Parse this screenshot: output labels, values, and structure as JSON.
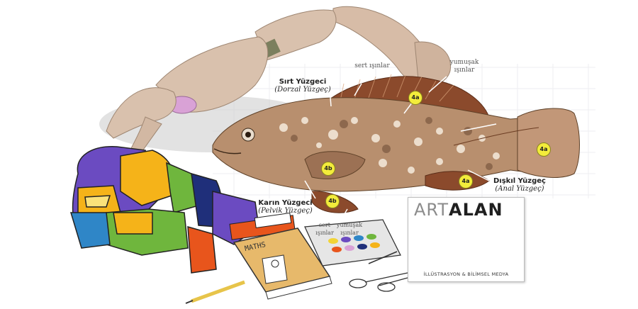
{
  "labels": {
    "dorsal_title": "Sırt Yüzgeci",
    "dorsal_latin": "(Dorzal Yüzgeç)",
    "dorsal_hard": "sert ışınlar",
    "dorsal_soft_1": "yumuşak",
    "dorsal_soft_2": "ışınlar",
    "anal_title": "Dışkıl Yüzgeç",
    "anal_latin": "(Anal Yüzgeç)",
    "pelvic_title": "Karın Yüzgeci",
    "pelvic_latin": "(Pelvik Yüzgeç)",
    "pelvic_hard_1": "sert",
    "pelvic_hard_2": "ışınlar",
    "pelvic_soft_1": "yumuşak",
    "pelvic_soft_2": "ışınlar"
  },
  "tags": {
    "dorsal": "4a",
    "tail": "4a",
    "anal": "4a",
    "pectoral": "4b",
    "pelvic": "4b"
  },
  "book": {
    "cover_text": "MATHS"
  },
  "logo": {
    "part1": "ART",
    "part2": "ALAN",
    "tagline": "İLLÜSTRASYON & BİLİMSEL MEDYA"
  },
  "colors": {
    "fish_body": "#b88f6e",
    "fin": "#8b4a2c",
    "tag_yellow": "#f3ec3b",
    "bone": "#d9c1ad"
  }
}
